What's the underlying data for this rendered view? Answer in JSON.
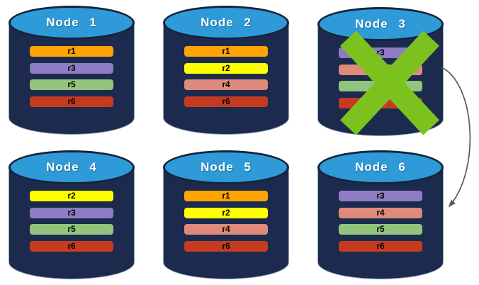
{
  "diagram": {
    "colors": {
      "cylinder_body": "#1C2B4D",
      "cylinder_top": "#2E9BD8",
      "cylinder_outline": "#16233D",
      "failure_x": "#7CC21E",
      "arrow": "#595959",
      "replica_r1": "#FFA303",
      "replica_r2": "#FFFF00",
      "replica_r3": "#8E7CC3",
      "replica_r4": "#DF8A7B",
      "replica_r5": "#93C47D",
      "replica_r6": "#C63A22"
    },
    "failover_arrow": {
      "from": "Node 3",
      "to": "Node 6",
      "color": "#595959"
    },
    "nodes": [
      {
        "label": "Node 1",
        "failed": false,
        "replicas": [
          {
            "label": "r1",
            "color": "#FFA303"
          },
          {
            "label": "r3",
            "color": "#8E7CC3"
          },
          {
            "label": "r5",
            "color": "#93C47D"
          },
          {
            "label": "r6",
            "color": "#C63A22"
          }
        ]
      },
      {
        "label": "Node 2",
        "failed": false,
        "replicas": [
          {
            "label": "r1",
            "color": "#FFA303"
          },
          {
            "label": "r2",
            "color": "#FFFF00"
          },
          {
            "label": "r4",
            "color": "#DF8A7B"
          },
          {
            "label": "r6",
            "color": "#C63A22"
          }
        ]
      },
      {
        "label": "Node 3",
        "failed": true,
        "replicas": [
          {
            "label": "r3",
            "color": "#8E7CC3"
          },
          {
            "label": "",
            "color": "#DF8A7B"
          },
          {
            "label": "",
            "color": "#93C47D"
          },
          {
            "label": "",
            "color": "#C63A22"
          }
        ]
      },
      {
        "label": "Node 4",
        "failed": false,
        "replicas": [
          {
            "label": "r2",
            "color": "#FFFF00"
          },
          {
            "label": "r3",
            "color": "#8E7CC3"
          },
          {
            "label": "r5",
            "color": "#93C47D"
          },
          {
            "label": "r6",
            "color": "#C63A22"
          }
        ]
      },
      {
        "label": "Node 5",
        "failed": false,
        "replicas": [
          {
            "label": "r1",
            "color": "#FFA303"
          },
          {
            "label": "r2",
            "color": "#FFFF00"
          },
          {
            "label": "r4",
            "color": "#DF8A7B"
          },
          {
            "label": "r6",
            "color": "#C63A22"
          }
        ]
      },
      {
        "label": "Node 6",
        "failed": false,
        "replicas": [
          {
            "label": "r3",
            "color": "#8E7CC3"
          },
          {
            "label": "r4",
            "color": "#DF8A7B"
          },
          {
            "label": "r5",
            "color": "#93C47D"
          },
          {
            "label": "r6",
            "color": "#C63A22"
          }
        ]
      }
    ]
  }
}
